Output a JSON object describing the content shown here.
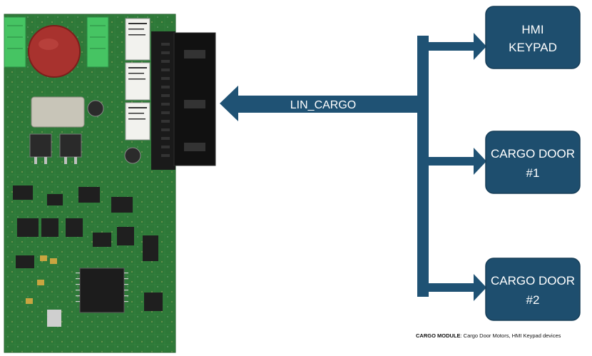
{
  "diagram": {
    "bus_label": "LIN_CARGO",
    "nodes": [
      {
        "id": "hmi",
        "line1": "HMI",
        "line2": "KEYPAD"
      },
      {
        "id": "door1",
        "line1": "CARGO DOOR",
        "line2": "#1"
      },
      {
        "id": "door2",
        "line1": "CARGO DOOR",
        "line2": "#2"
      }
    ],
    "colors": {
      "box_fill": "#1e4e6e",
      "box_stroke": "#163d57",
      "bus_fill": "#1f5274",
      "pcb_green": "#2f7a3a",
      "connector_green": "#3fbf5a",
      "connector_black": "#1b1b1b"
    }
  },
  "caption": {
    "title": "CARGO MODULE",
    "text": ": Cargo Door Motors, HMI Keypad devices"
  }
}
